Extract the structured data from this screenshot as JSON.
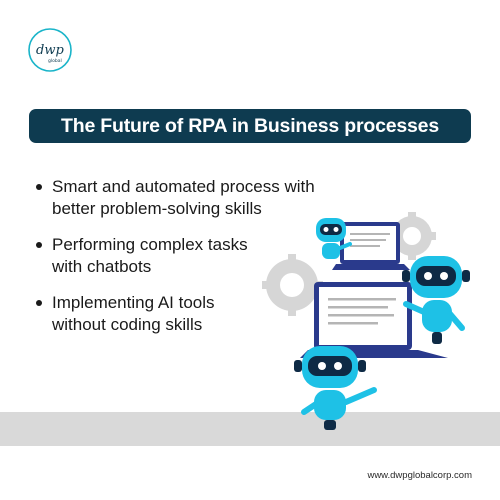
{
  "logo": {
    "text": "dwp global",
    "icon": "dwp-logo-icon"
  },
  "banner": {
    "title": "The Future of RPA in Business processes"
  },
  "bullets": [
    {
      "line1": "Smart and automated process with",
      "line2": "better problem-solving skills"
    },
    {
      "line1": "Performing complex tasks",
      "line2": "with chatbots"
    },
    {
      "line1": "Implementing AI tools",
      "line2": "without coding skills"
    }
  ],
  "illustration": {
    "icon": "robots-with-laptops-illustration"
  },
  "footer": {
    "website": "www.dwpglobalcorp.com"
  },
  "colors": {
    "banner_bg": "#0e3b50",
    "robot_cyan": "#1ec1e6",
    "gear_gray": "#d6d6d6",
    "band_gray": "#d9d9d9"
  }
}
